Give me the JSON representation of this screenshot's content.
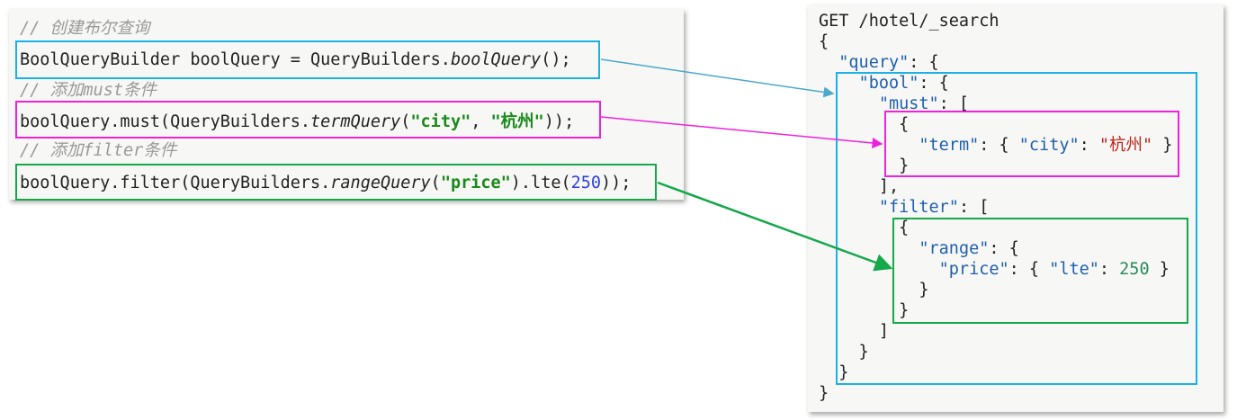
{
  "java_code": [
    [
      {
        "t": "// 创建布尔查询",
        "c": "cm"
      }
    ],
    [
      {
        "t": "BoolQueryBuilder boolQuery = QueryBuilders."
      },
      {
        "t": "boolQuery",
        "c": "it"
      },
      {
        "t": "();"
      }
    ],
    [
      {
        "t": "// 添加must条件",
        "c": "cm"
      }
    ],
    [
      {
        "t": "boolQuery.must(QueryBuilders."
      },
      {
        "t": "termQuery",
        "c": "it"
      },
      {
        "t": "("
      },
      {
        "t": "\"city\"",
        "c": "str"
      },
      {
        "t": ", "
      },
      {
        "t": "\"杭州\"",
        "c": "str"
      },
      {
        "t": "));"
      }
    ],
    [
      {
        "t": "// 添加filter条件",
        "c": "cm"
      }
    ],
    [
      {
        "t": "boolQuery.filter(QueryBuilders."
      },
      {
        "t": "rangeQuery",
        "c": "it"
      },
      {
        "t": "("
      },
      {
        "t": "\"price\"",
        "c": "str"
      },
      {
        "t": ").lte("
      },
      {
        "t": "250",
        "c": "num"
      },
      {
        "t": "));"
      }
    ]
  ],
  "dsl_code": [
    [
      {
        "t": "GET /hotel/_search"
      }
    ],
    [
      {
        "t": "{"
      }
    ],
    [
      {
        "t": "  "
      },
      {
        "t": "\"query\"",
        "c": "key"
      },
      {
        "t": ": {"
      }
    ],
    [
      {
        "t": "    "
      },
      {
        "t": "\"bool\"",
        "c": "key"
      },
      {
        "t": ": {"
      }
    ],
    [
      {
        "t": "      "
      },
      {
        "t": "\"must\"",
        "c": "key"
      },
      {
        "t": ": ["
      }
    ],
    [
      {
        "t": "        {"
      }
    ],
    [
      {
        "t": "          "
      },
      {
        "t": "\"term\"",
        "c": "key"
      },
      {
        "t": ": { "
      },
      {
        "t": "\"city\"",
        "c": "key"
      },
      {
        "t": ": "
      },
      {
        "t": "\"杭州\"",
        "c": "cn"
      },
      {
        "t": " }"
      }
    ],
    [
      {
        "t": "        }"
      }
    ],
    [
      {
        "t": "      ],"
      }
    ],
    [
      {
        "t": "      "
      },
      {
        "t": "\"filter\"",
        "c": "key"
      },
      {
        "t": ": ["
      }
    ],
    [
      {
        "t": "        {"
      }
    ],
    [
      {
        "t": "          "
      },
      {
        "t": "\"range\"",
        "c": "key"
      },
      {
        "t": ": {"
      }
    ],
    [
      {
        "t": "            "
      },
      {
        "t": "\"price\"",
        "c": "key"
      },
      {
        "t": ": { "
      },
      {
        "t": "\"lte\"",
        "c": "key"
      },
      {
        "t": ": "
      },
      {
        "t": "250",
        "c": "jn"
      },
      {
        "t": " }"
      }
    ],
    [
      {
        "t": "          }"
      }
    ],
    [
      {
        "t": "        }"
      }
    ],
    [
      {
        "t": "      ]"
      }
    ],
    [
      {
        "t": "    }"
      }
    ],
    [
      {
        "t": "  }"
      }
    ],
    [
      {
        "t": "}"
      }
    ]
  ],
  "colors": {
    "bool": "#1ab0e8",
    "must": "#ee22dd",
    "filter": "#14a84a",
    "arrow_bool": "#4aa8c8"
  }
}
